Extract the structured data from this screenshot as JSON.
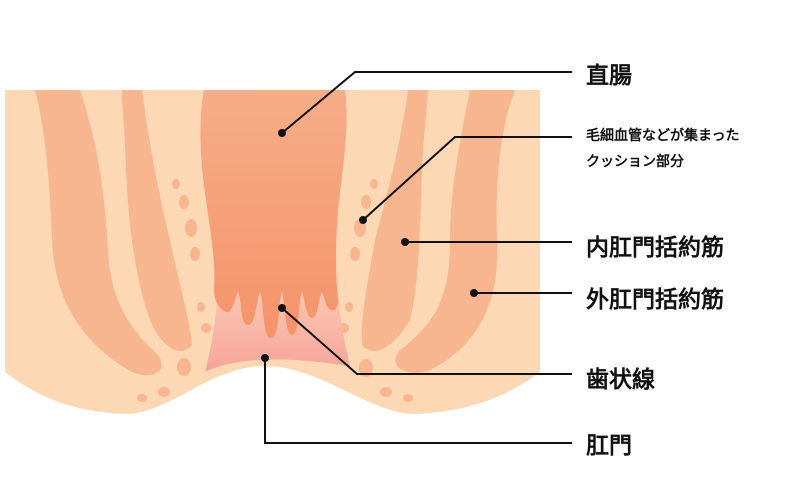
{
  "labels": {
    "rectum": "直腸",
    "cushion_line1": "毛細血管などが集まった",
    "cushion_line2": "クッション部分",
    "internal_sphincter": "内肛門括約筋",
    "external_sphincter": "外肛門括約筋",
    "dentate_line": "歯状線",
    "anus": "肛門"
  },
  "colors": {
    "skin": "#fcd8b4",
    "muscle": "#f7b68f",
    "rectum": "#f59a72",
    "anal_canal": "#f9b3a4",
    "line": "#111111"
  }
}
